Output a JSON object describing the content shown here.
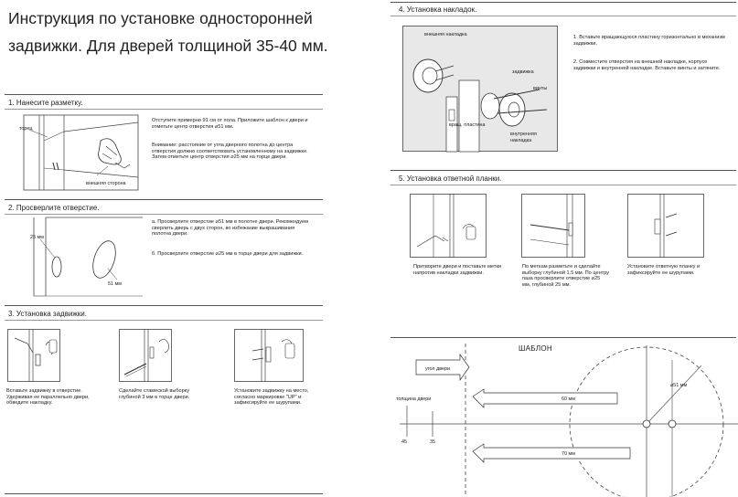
{
  "title_line1": "Инструкция по установке односторонней",
  "title_line2": "задвижки. Для дверей толщиной 35-40 мм.",
  "s1": {
    "title": "1. Нанесите разметку.",
    "p1": "Отступите примерно 91 см от пола. Приложите шаблон к двери и отметьте центр отверстия ⌀51 мм.",
    "p2": "Внимание: расстояние от угла дверного полотна до центра отверстия должно соответствовать установленному на задвижке. Затем отметьте центр отверстия ⌀25 мм на торце двери.",
    "label_edge": "торец",
    "label_outside": "внешняя сторона"
  },
  "s2": {
    "title": "2. Просверлите отверстие.",
    "pa": "а. Просверлите отверстие ⌀51 мм в полотне двери. Рекомендуем сверлить дверь с двух сторон, во избежание выкрашивания полотна двери.",
    "pb": "б. Просверлите отверстие ⌀25 мм в торце двери для задвижки.",
    "label_25": "25 мм",
    "label_51": "51 мм"
  },
  "s3": {
    "title": "3. Установка задвижки.",
    "c1": "Вставьте задвижку в отверстие. Удерживая ее параллельно двери, обведите накладку.",
    "c2": "Сделайте стамеской выборку глубиной 3 мм в торце двери.",
    "c3": "Установите задвижку на место, согласно маркировке \"UP\" и зафиксируйте ее шурупами."
  },
  "s4": {
    "title": "4. Установка накладок.",
    "p1": "1. Вставьте вращающуюся пластину горизонтально в механизм задвижки.",
    "p2": "2. Совместите отверстия на внешней накладке, корпусе задвижки и внутренней накладке. Вставьте винты и затяните.",
    "label_outer": "внешняя накладка",
    "label_latch": "задвижка",
    "label_screws": "винты",
    "label_plate": "вращ. пластина",
    "label_inner": "внутренняя накладка"
  },
  "s5": {
    "title": "5. Установка ответной планки.",
    "c1": "Притворите двери и поставьте метки напротив накладки задвижки.",
    "c2": "По меткам разметьте и сделайте выборку глубиной 1,5 мм. По центру паза просверлите отверстие ⌀25 мм, глубиной 25 мм.",
    "c3": "Установите ответную планку и зафиксируйте ее шурупами."
  },
  "template": {
    "title": "ШАБЛОН",
    "door_corner": "угол двери",
    "door_thickness": "толщина двери",
    "d51": "⌀51 мм",
    "b60": "60 мм",
    "b70": "70 мм",
    "t45": "45",
    "t35": "35"
  }
}
